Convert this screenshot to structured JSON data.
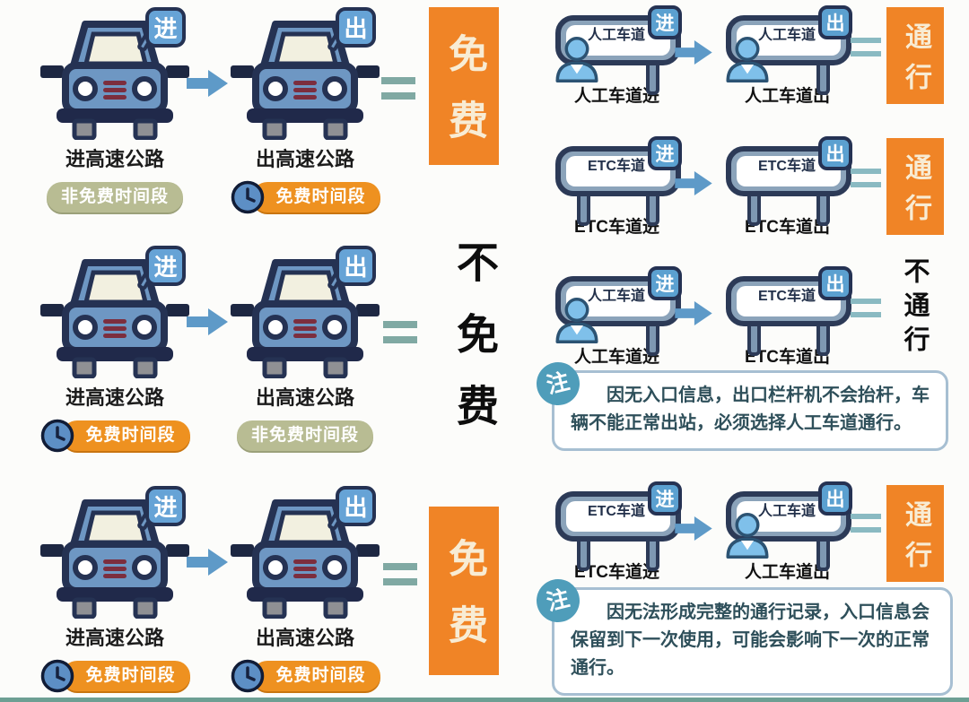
{
  "colors": {
    "background": "#fcfcfa",
    "result_orange": "#f08426",
    "pill_free_orange": "#ee9120",
    "pill_nonfree_olive": "#b8bc93",
    "car_blue": "#6e97c3",
    "outline_navy": "#253253",
    "badge_blue": "#66a3d6",
    "equals_teal": "#80a9a3",
    "note_badge_teal": "#4f9dba",
    "note_border": "#a7bfd2",
    "result_text_cream": "#f8ecd4",
    "plain_result_black": "#0d0d0d"
  },
  "left": {
    "rows": [
      {
        "enter": {
          "badge": "进",
          "label": "进高速公路",
          "pill": {
            "text": "非免费时间段"
          }
        },
        "exit": {
          "badge": "出",
          "label": "出高速公路",
          "pill": {
            "text": "免费时间段"
          }
        },
        "result": {
          "text": "免费"
        }
      },
      {
        "enter": {
          "badge": "进",
          "label": "进高速公路",
          "pill": {
            "text": "免费时间段"
          }
        },
        "exit": {
          "badge": "出",
          "label": "出高速公路",
          "pill": {
            "text": "非免费时间段"
          }
        },
        "result": {
          "text": "不免费"
        }
      },
      {
        "enter": {
          "badge": "进",
          "label": "进高速公路",
          "pill": {
            "text": "免费时间段"
          }
        },
        "exit": {
          "badge": "出",
          "label": "出高速公路",
          "pill": {
            "text": "免费时间段"
          }
        },
        "result": {
          "text": "免费"
        }
      }
    ]
  },
  "right": {
    "rows": [
      {
        "from": {
          "sign": "人工车道",
          "badge": "进",
          "label": "人工车道进"
        },
        "to": {
          "sign": "人工车道",
          "badge": "出",
          "label": "人工车道出"
        },
        "result": {
          "text": "通行"
        }
      },
      {
        "from": {
          "sign": "ETC车道",
          "badge": "进",
          "label": "ETC车道进"
        },
        "to": {
          "sign": "ETC车道",
          "badge": "出",
          "label": "ETC车道出"
        },
        "result": {
          "text": "通行"
        }
      },
      {
        "from": {
          "sign": "人工车道",
          "badge": "进",
          "label": "人工车道进"
        },
        "to": {
          "sign": "ETC车道",
          "badge": "出",
          "label": "ETC车道出"
        },
        "result": {
          "text": "不通行"
        },
        "note": {
          "badge": "注",
          "text": "因无入口信息，出口栏杆机不会抬杆，车辆不能正常出站，必须选择人工车道通行。"
        }
      },
      {
        "from": {
          "sign": "ETC车道",
          "badge": "进",
          "label": "ETC车道进"
        },
        "to": {
          "sign": "人工车道",
          "badge": "出",
          "label": "人工车道出"
        },
        "result": {
          "text": "通行"
        },
        "note": {
          "badge": "注",
          "text": "因无法形成完整的通行记录，入口信息会保留到下一次使用，可能会影响下一次的正常通行。"
        }
      }
    ]
  }
}
